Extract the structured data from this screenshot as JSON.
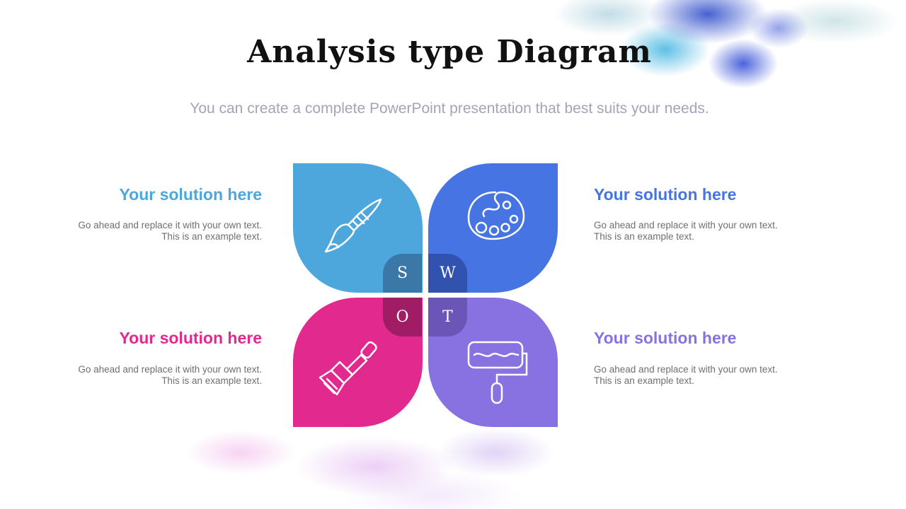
{
  "title": "Analysis type Diagram",
  "subtitle": "You can create a complete PowerPoint presentation that best suits your needs.",
  "colors": {
    "strengths": "#4ea7dc",
    "weaknesses": "#4675e3",
    "opportunities": "#e22a8e",
    "threats": "#8872e2",
    "tab_s": "#3b78a7",
    "tab_w": "#3252b0",
    "tab_o": "#a01c64",
    "tab_t": "#6b55b7"
  },
  "quadrants": [
    {
      "letter": "S",
      "heading": "Your solution here",
      "body_line1": "Go ahead and replace it with your own text.",
      "body_line2": "This is an example text.",
      "icon": "paint-brush-icon"
    },
    {
      "letter": "W",
      "heading": "Your solution here",
      "body_line1": "Go ahead and replace it with your own text.",
      "body_line2": "This is an example text.",
      "icon": "paint-palette-icon"
    },
    {
      "letter": "O",
      "heading": "Your solution here",
      "body_line1": "Go ahead and replace it with your own text.",
      "body_line2": "This is an example text.",
      "icon": "wide-brush-icon"
    },
    {
      "letter": "T",
      "heading": "Your solution here",
      "body_line1": "Go ahead and replace it with your own text.",
      "body_line2": "This is an example text.",
      "icon": "paint-roller-icon"
    }
  ]
}
